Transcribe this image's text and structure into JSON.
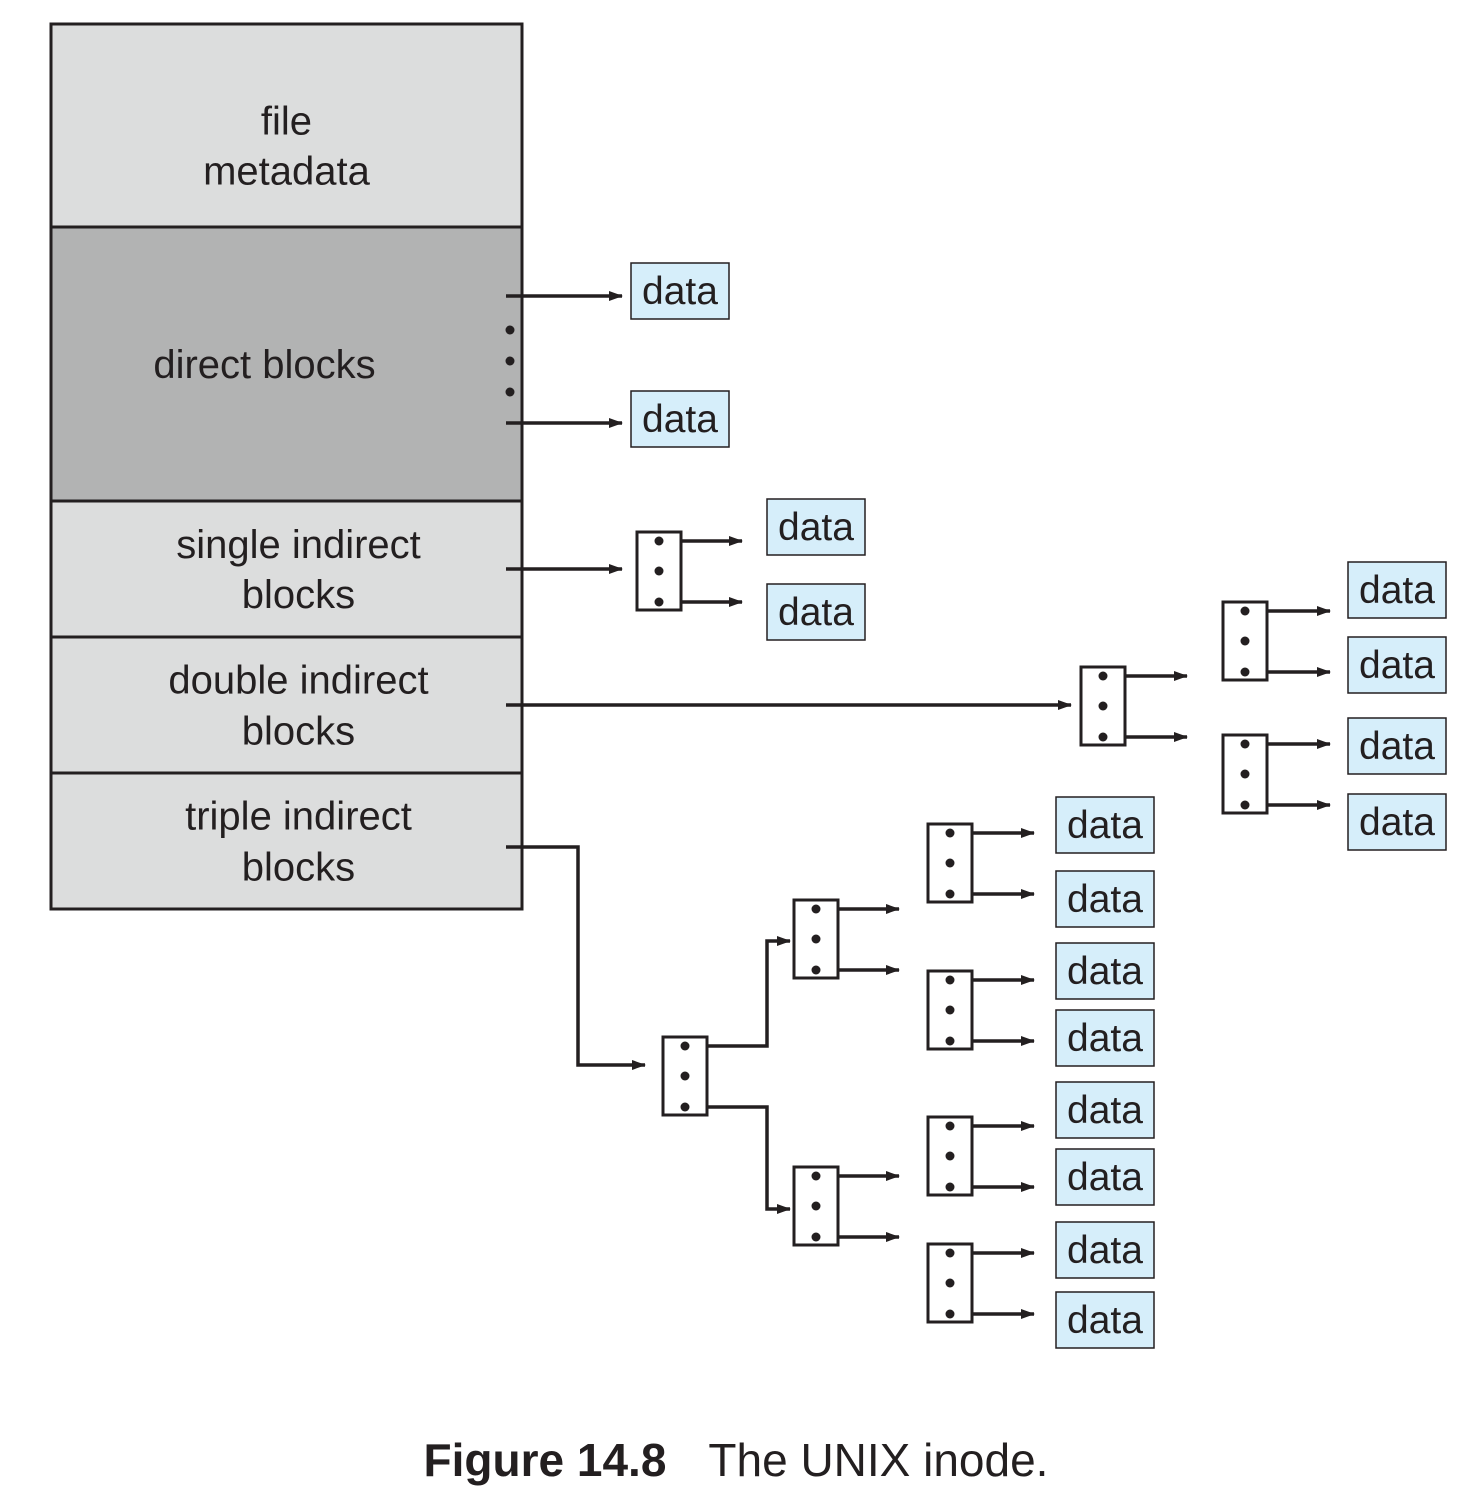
{
  "inode": {
    "segments": [
      {
        "id": "metadata",
        "lines": [
          "file",
          "metadata"
        ],
        "fill": "#dcdddd"
      },
      {
        "id": "direct",
        "lines": [
          "direct blocks"
        ],
        "fill": "#b2b3b3"
      },
      {
        "id": "single",
        "lines": [
          "single indirect",
          "blocks"
        ],
        "fill": "#dcdddd"
      },
      {
        "id": "double",
        "lines": [
          "double indirect",
          "blocks"
        ],
        "fill": "#dcdddd"
      },
      {
        "id": "triple",
        "lines": [
          "triple indirect",
          "blocks"
        ],
        "fill": "#dcdddd"
      }
    ]
  },
  "data_block": {
    "label": "data",
    "fill": "#d6eefa"
  },
  "line_color": "#231f20",
  "caption": {
    "label": "Figure 14.8",
    "text": "The UNIX inode."
  }
}
